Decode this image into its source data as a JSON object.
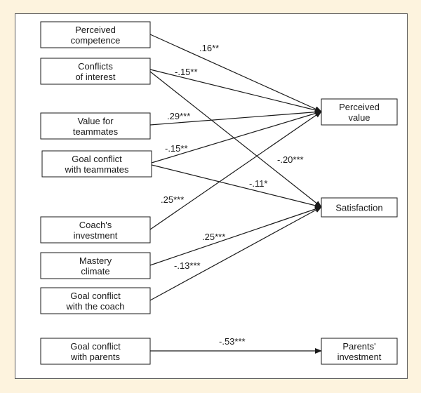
{
  "nodes": [
    {
      "id": "perceived-competence",
      "lines": [
        "Perceived",
        "competence"
      ]
    },
    {
      "id": "conflicts-of-interest",
      "lines": [
        "Conflicts",
        "of interest"
      ]
    },
    {
      "id": "value-for-teammates",
      "lines": [
        "Value for",
        "teammates"
      ]
    },
    {
      "id": "goal-conflict-teammates",
      "lines": [
        "Goal conflict",
        "with teammates"
      ]
    },
    {
      "id": "coachs-investment",
      "lines": [
        "Coach's",
        "investment"
      ]
    },
    {
      "id": "mastery-climate",
      "lines": [
        "Mastery",
        "climate"
      ]
    },
    {
      "id": "goal-conflict-coach",
      "lines": [
        "Goal conflict",
        "with the coach"
      ]
    },
    {
      "id": "goal-conflict-parents",
      "lines": [
        "Goal conflict",
        "with parents"
      ]
    },
    {
      "id": "perceived-value",
      "lines": [
        "Perceived",
        "value"
      ]
    },
    {
      "id": "satisfaction",
      "lines": [
        "Satisfaction"
      ]
    },
    {
      "id": "parents-investment",
      "lines": [
        "Parents'",
        "investment"
      ]
    }
  ],
  "edges": [
    {
      "from": "perceived-competence",
      "to": "perceived-value",
      "coef": ".16**"
    },
    {
      "from": "conflicts-of-interest",
      "to": "perceived-value",
      "coef": "-.15**"
    },
    {
      "from": "conflicts-of-interest",
      "to": "satisfaction",
      "coef": "-.20***"
    },
    {
      "from": "value-for-teammates",
      "to": "perceived-value",
      "coef": ".29***"
    },
    {
      "from": "goal-conflict-teammates",
      "to": "perceived-value",
      "coef": "-.15**"
    },
    {
      "from": "goal-conflict-teammates",
      "to": "satisfaction",
      "coef": "-.11*"
    },
    {
      "from": "coachs-investment",
      "to": "perceived-value",
      "coef": ".25***"
    },
    {
      "from": "mastery-climate",
      "to": "satisfaction",
      "coef": ".25***"
    },
    {
      "from": "goal-conflict-coach",
      "to": "satisfaction",
      "coef": "-.13***"
    },
    {
      "from": "goal-conflict-parents",
      "to": "parents-investment",
      "coef": "-.53***"
    }
  ]
}
